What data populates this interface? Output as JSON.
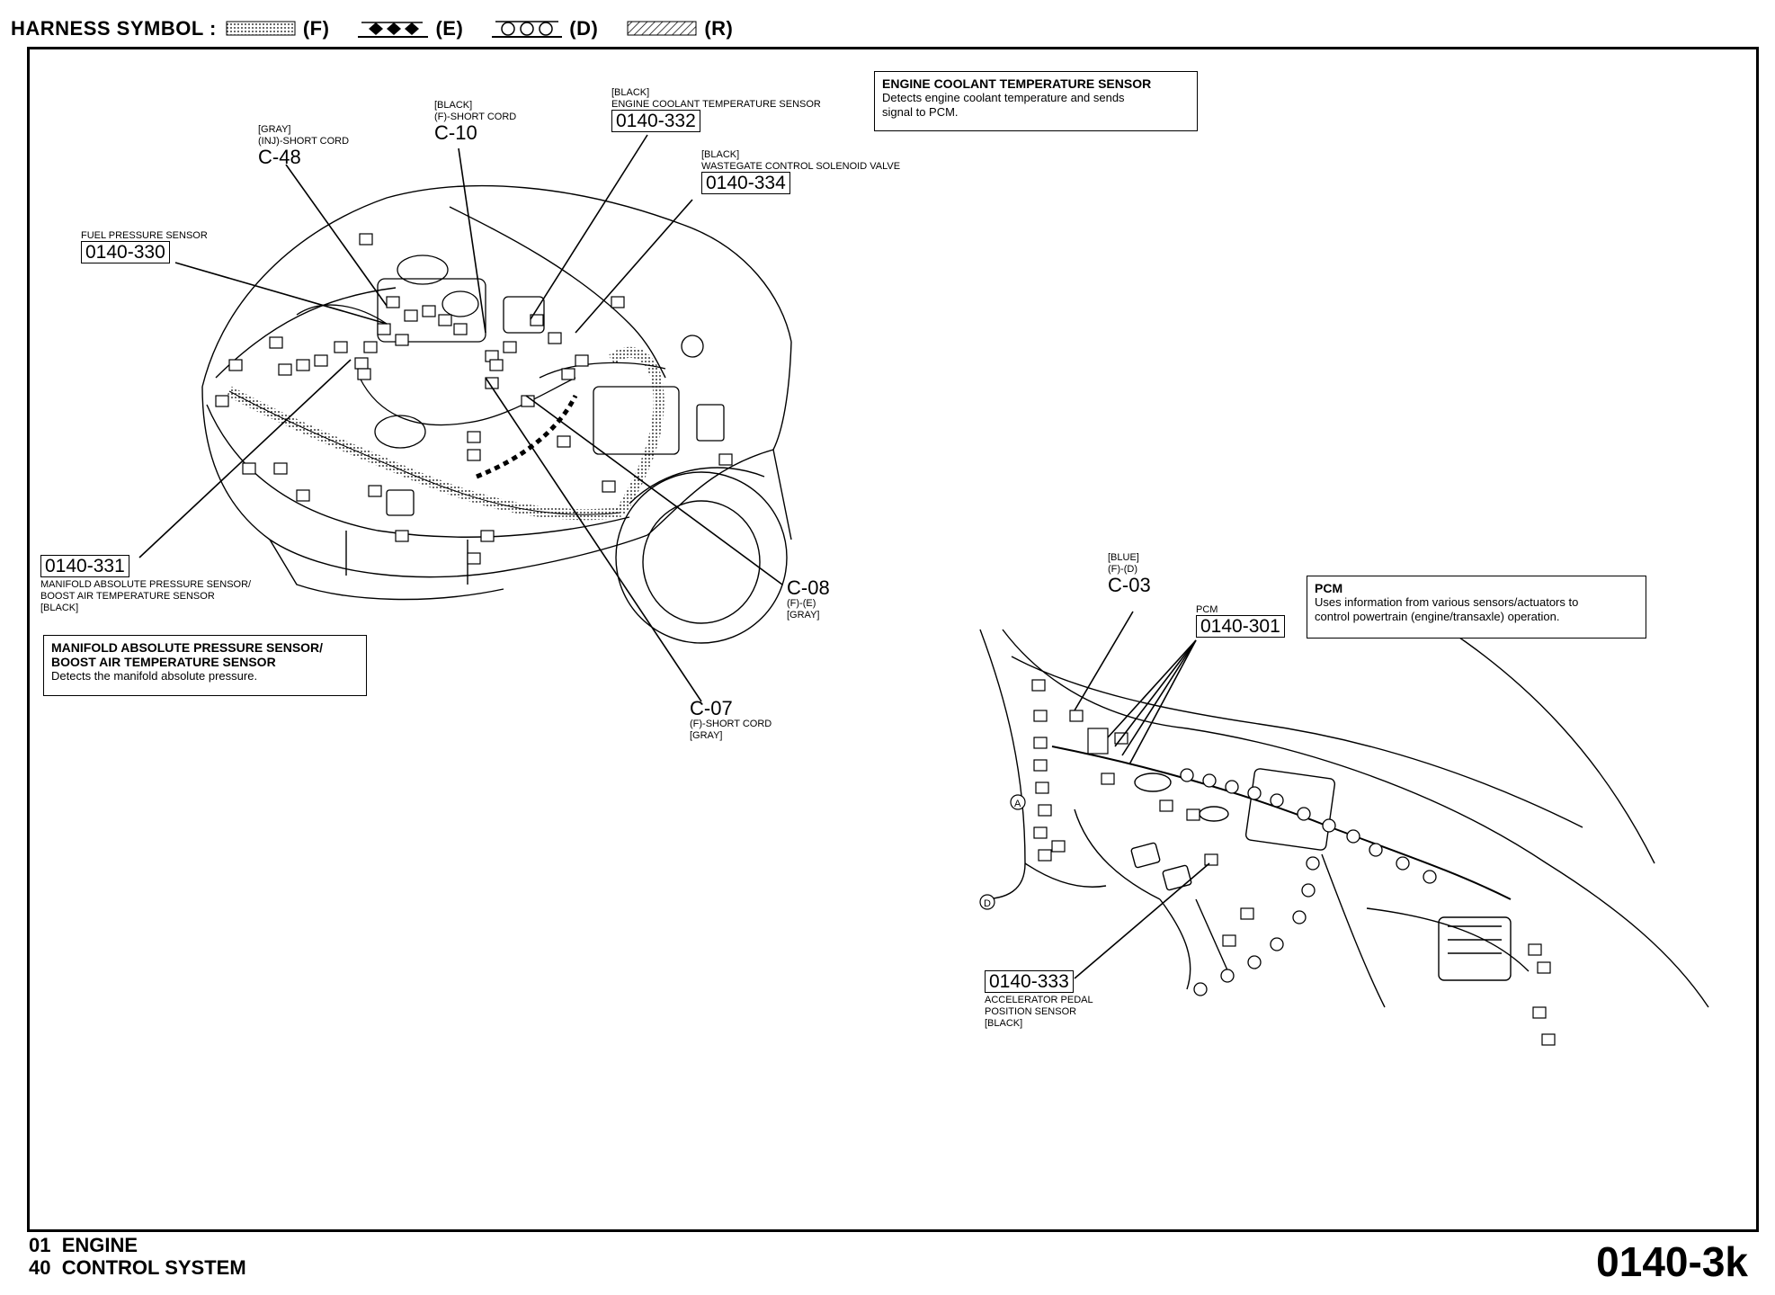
{
  "harness": {
    "title": "HARNESS SYMBOL :",
    "symbols": [
      {
        "key": "(F)",
        "icon": "dotted-shading-icon"
      },
      {
        "key": "(E)",
        "icon": "diamond-chain-icon"
      },
      {
        "key": "(D)",
        "icon": "circle-chain-icon"
      },
      {
        "key": "(R)",
        "icon": "diagonal-hatch-icon"
      }
    ]
  },
  "engine_bay": {
    "fuel_pressure": {
      "name": "FUEL PRESSURE SENSOR",
      "code": "0140-330"
    },
    "c48": {
      "color": "[GRAY]",
      "type": "(INJ)-SHORT CORD",
      "id": "C-48"
    },
    "c10": {
      "color": "[BLACK]",
      "type": "(F)-SHORT CORD",
      "id": "C-10"
    },
    "ect": {
      "color": "[BLACK]",
      "name": "ENGINE COOLANT TEMPERATURE SENSOR",
      "code": "0140-332"
    },
    "wastegate": {
      "color": "[BLACK]",
      "name": "WASTEGATE CONTROL SOLENOID VALVE",
      "code": "0140-334"
    },
    "ect_info": {
      "title": "ENGINE COOLANT TEMPERATURE SENSOR",
      "line1": "Detects engine coolant temperature and sends",
      "line2": "signal to PCM."
    },
    "map": {
      "code": "0140-331",
      "line1": "MANIFOLD ABSOLUTE PRESSURE SENSOR/",
      "line2": "BOOST AIR TEMPERATURE SENSOR",
      "color": "[BLACK]"
    },
    "map_info": {
      "title1": "MANIFOLD ABSOLUTE PRESSURE SENSOR/",
      "title2": "BOOST AIR TEMPERATURE SENSOR",
      "desc": "Detects the manifold absolute pressure."
    },
    "c08": {
      "id": "C-08",
      "type": "(F)-(E)",
      "color": "[GRAY]"
    },
    "c07": {
      "id": "C-07",
      "type": "(F)-SHORT CORD",
      "color": "[GRAY]"
    }
  },
  "dash": {
    "c03": {
      "color": "[BLUE]",
      "type": "(F)-(D)",
      "id": "C-03"
    },
    "pcm": {
      "name": "PCM",
      "code": "0140-301"
    },
    "pcm_info": {
      "title": "PCM",
      "line1": "Uses information from various sensors/actuators to",
      "line2": "control powertrain (engine/transaxle) operation."
    },
    "app": {
      "code": "0140-333",
      "line1": "ACCELERATOR PEDAL",
      "line2": "POSITION SENSOR",
      "color": "[BLACK]"
    },
    "marker_a": "A",
    "marker_d": "D"
  },
  "footer": {
    "line1_num": "01",
    "line1_text": "ENGINE",
    "line2_num": "40",
    "line2_text": "CONTROL SYSTEM",
    "page_code": "0140-3k"
  }
}
